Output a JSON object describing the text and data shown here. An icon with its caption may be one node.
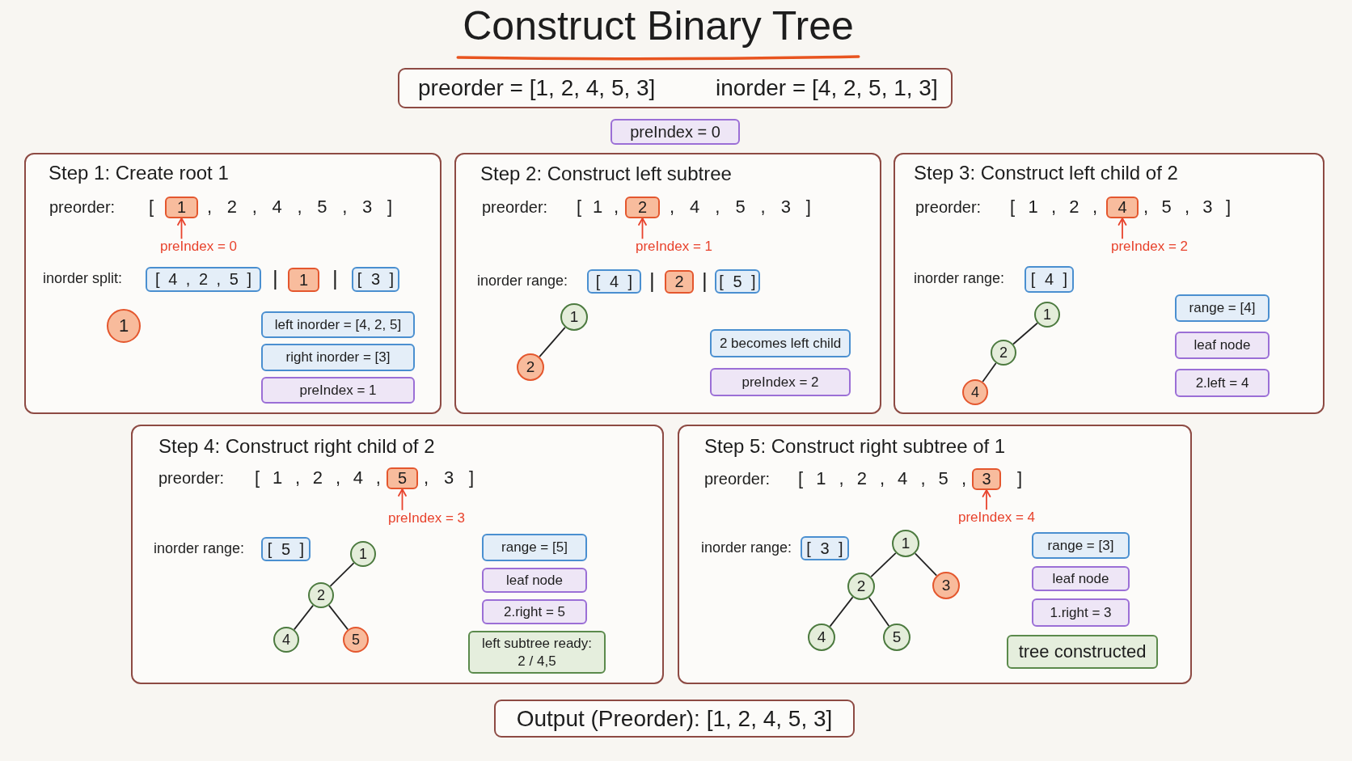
{
  "diagram": {
    "title": "Construct Binary Tree",
    "nodes": [
      {
        "text": [
          "preorder = [1, 2, 4, 5, 3]",
          "inorder = [4, 2, 5, 1, 3]"
        ]
      },
      {
        "text": [
          "preIndex = 0"
        ]
      },
      {
        "text": [
          "Step 1: Create root 1",
          "preorder:",
          "[",
          ", 2 , 4 , 5 , 3 ]",
          "inorder split:",
          "|",
          "|"
        ]
      },
      {
        "text": [
          "1"
        ],
        "in": 2
      },
      {
        "text": [
          "preIndex = 0"
        ],
        "in": 2
      },
      {
        "text": [
          "[ 4 , 2 , 5 ]"
        ],
        "in": 2
      },
      {
        "text": [
          "1"
        ],
        "in": 2
      },
      {
        "text": [
          "[ 3 ]"
        ],
        "in": 2
      },
      {
        "text": [
          "1"
        ],
        "in": 2
      },
      {
        "text": [
          "left inorder = [4, 2, 5]"
        ],
        "in": 2
      },
      {
        "text": [
          "right inorder = [3]"
        ],
        "in": 2
      },
      {
        "text": [
          "preIndex = 1"
        ],
        "in": 2
      },
      {
        "text": [
          "Step 2: Construct left subtree",
          "preorder:",
          "[ 1 ,",
          ", 4 , 5 , 3 ]",
          "inorder range:",
          "|",
          "|"
        ]
      },
      {
        "text": [
          "2"
        ],
        "in": 12
      },
      {
        "text": [
          "preIndex = 1"
        ],
        "in": 12
      },
      {
        "text": [
          "[ 4 ]"
        ],
        "in": 12
      },
      {
        "text": [
          "2"
        ],
        "in": 12
      },
      {
        "text": [
          "[ 5 ]"
        ],
        "in": 12
      },
      {
        "text": [
          "1"
        ],
        "in": 12
      },
      {
        "text": [
          "2"
        ],
        "in": 12
      },
      {
        "text": [
          "2 becomes left child"
        ],
        "in": 12
      },
      {
        "text": [
          "preIndex = 2"
        ],
        "in": 12
      },
      {
        "text": [
          "Step 3: Construct left child of 2",
          "preorder:",
          "[ 1 , 2 ,",
          ", 5 , 3 ]",
          "inorder range:"
        ]
      },
      {
        "text": [
          "4"
        ],
        "in": 22
      },
      {
        "text": [
          "preIndex = 2"
        ],
        "in": 22
      },
      {
        "text": [
          "[ 4 ]"
        ],
        "in": 22
      },
      {
        "text": [
          "1"
        ],
        "in": 22
      },
      {
        "text": [
          "2"
        ],
        "in": 22
      },
      {
        "text": [
          "4"
        ],
        "in": 22
      },
      {
        "text": [
          "range = [4]"
        ],
        "in": 22
      },
      {
        "text": [
          "leaf node"
        ],
        "in": 22
      },
      {
        "text": [
          "2.left = 4"
        ],
        "in": 22
      },
      {
        "text": [
          "Step 4: Construct right child of 2",
          "preorder:",
          "[ 1 , 2 , 4 ,",
          ", 3 ]",
          "inorder range:"
        ]
      },
      {
        "text": [
          "5"
        ],
        "in": 32
      },
      {
        "text": [
          "preIndex = 3"
        ],
        "in": 32
      },
      {
        "text": [
          "[ 5 ]"
        ],
        "in": 32
      },
      {
        "text": [
          "1"
        ],
        "in": 32
      },
      {
        "text": [
          "2"
        ],
        "in": 32
      },
      {
        "text": [
          "4"
        ],
        "in": 32
      },
      {
        "text": [
          "5"
        ],
        "in": 32
      },
      {
        "text": [
          "range = [5]"
        ],
        "in": 32
      },
      {
        "text": [
          "leaf node"
        ],
        "in": 32
      },
      {
        "text": [
          "2.right = 5"
        ],
        "in": 32
      },
      {
        "text": [
          "left subtree ready:",
          "2 / 4,5"
        ],
        "in": 32
      },
      {
        "text": [
          "Step 5: Construct right subtree of 1",
          "preorder:",
          "[ 1 , 2 , 4 , 5 ,",
          "]",
          "inorder range:"
        ]
      },
      {
        "text": [
          "3"
        ],
        "in": 44
      },
      {
        "text": [
          "preIndex = 4"
        ],
        "in": 44
      },
      {
        "text": [
          "[ 3 ]"
        ],
        "in": 44
      },
      {
        "text": [
          "1"
        ],
        "in": 44
      },
      {
        "text": [
          "2"
        ],
        "in": 44
      },
      {
        "text": [
          "3"
        ],
        "in": 44
      },
      {
        "text": [
          "4"
        ],
        "in": 44
      },
      {
        "text": [
          "5"
        ],
        "in": 44
      },
      {
        "text": [
          "range = [3]"
        ],
        "in": 44
      },
      {
        "text": [
          "leaf node"
        ],
        "in": 44
      },
      {
        "text": [
          "1.right = 3"
        ],
        "in": 44
      },
      {
        "text": [
          "tree constructed"
        ],
        "in": 44
      },
      {
        "text": [
          "Output (Preorder): [1, 2, 4, 5, 3]"
        ]
      }
    ],
    "edges": [
      {
        "from": 4,
        "to": 3,
        "arrow": "to",
        "color": "#e8432d"
      },
      {
        "from": 14,
        "to": 13,
        "arrow": "to",
        "color": "#e8432d"
      },
      {
        "from": 18,
        "to": 19,
        "arrow": "none"
      },
      {
        "from": 24,
        "to": 23,
        "arrow": "to",
        "color": "#e8432d"
      },
      {
        "from": 26,
        "to": 27,
        "arrow": "none"
      },
      {
        "from": 27,
        "to": 28,
        "arrow": "none"
      },
      {
        "from": 34,
        "to": 33,
        "arrow": "to",
        "color": "#e8432d"
      },
      {
        "from": 36,
        "to": 37,
        "arrow": "none"
      },
      {
        "from": 37,
        "to": 38,
        "arrow": "none"
      },
      {
        "from": 37,
        "to": 39,
        "arrow": "none"
      },
      {
        "from": 46,
        "to": 45,
        "arrow": "to",
        "color": "#e8432d"
      },
      {
        "from": 48,
        "to": 49,
        "arrow": "none"
      },
      {
        "from": 48,
        "to": 50,
        "arrow": "none"
      },
      {
        "from": 49,
        "to": 51,
        "arrow": "none"
      },
      {
        "from": 49,
        "to": 52,
        "arrow": "none"
      }
    ]
  }
}
